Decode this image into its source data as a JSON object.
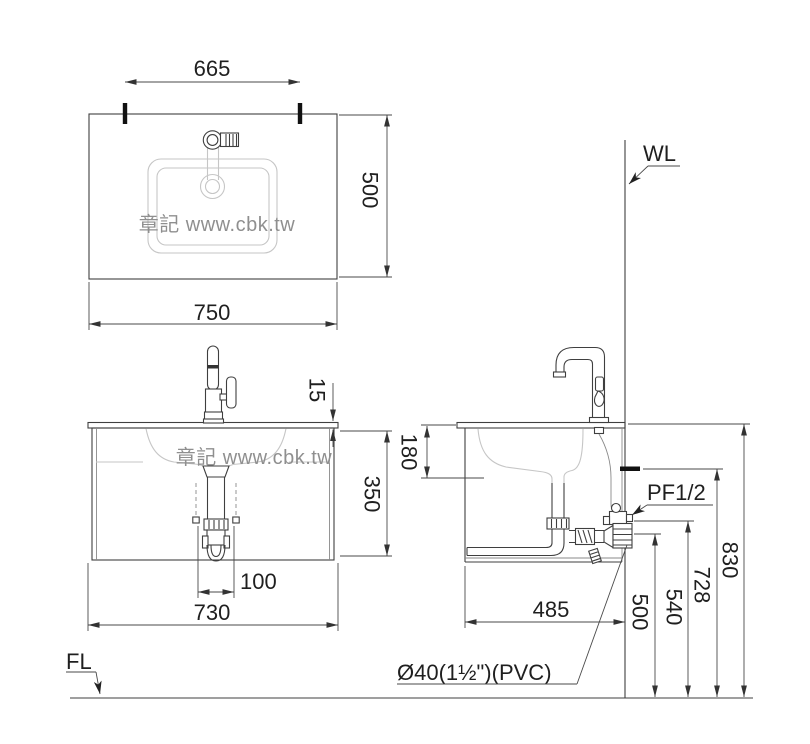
{
  "drawing": {
    "watermark": {
      "text": "章記 www.cbk.tw"
    },
    "labels": {
      "wall_line": "WL",
      "floor_line": "FL",
      "water_supply": "PF1/2",
      "drain_pipe": "Ø40(1½\")(PVC)"
    },
    "top_view": {
      "cutout_width": "665",
      "depth": "500",
      "width": "750"
    },
    "front_view": {
      "counter_thickness": "15",
      "body_height": "350",
      "drain_offset": "100",
      "width": "730"
    },
    "side_view": {
      "basin_depth": "180",
      "depth": "485",
      "drain_outlet_height": "500",
      "valve_height": "540",
      "supply_height": "728",
      "counter_height": "830"
    }
  }
}
